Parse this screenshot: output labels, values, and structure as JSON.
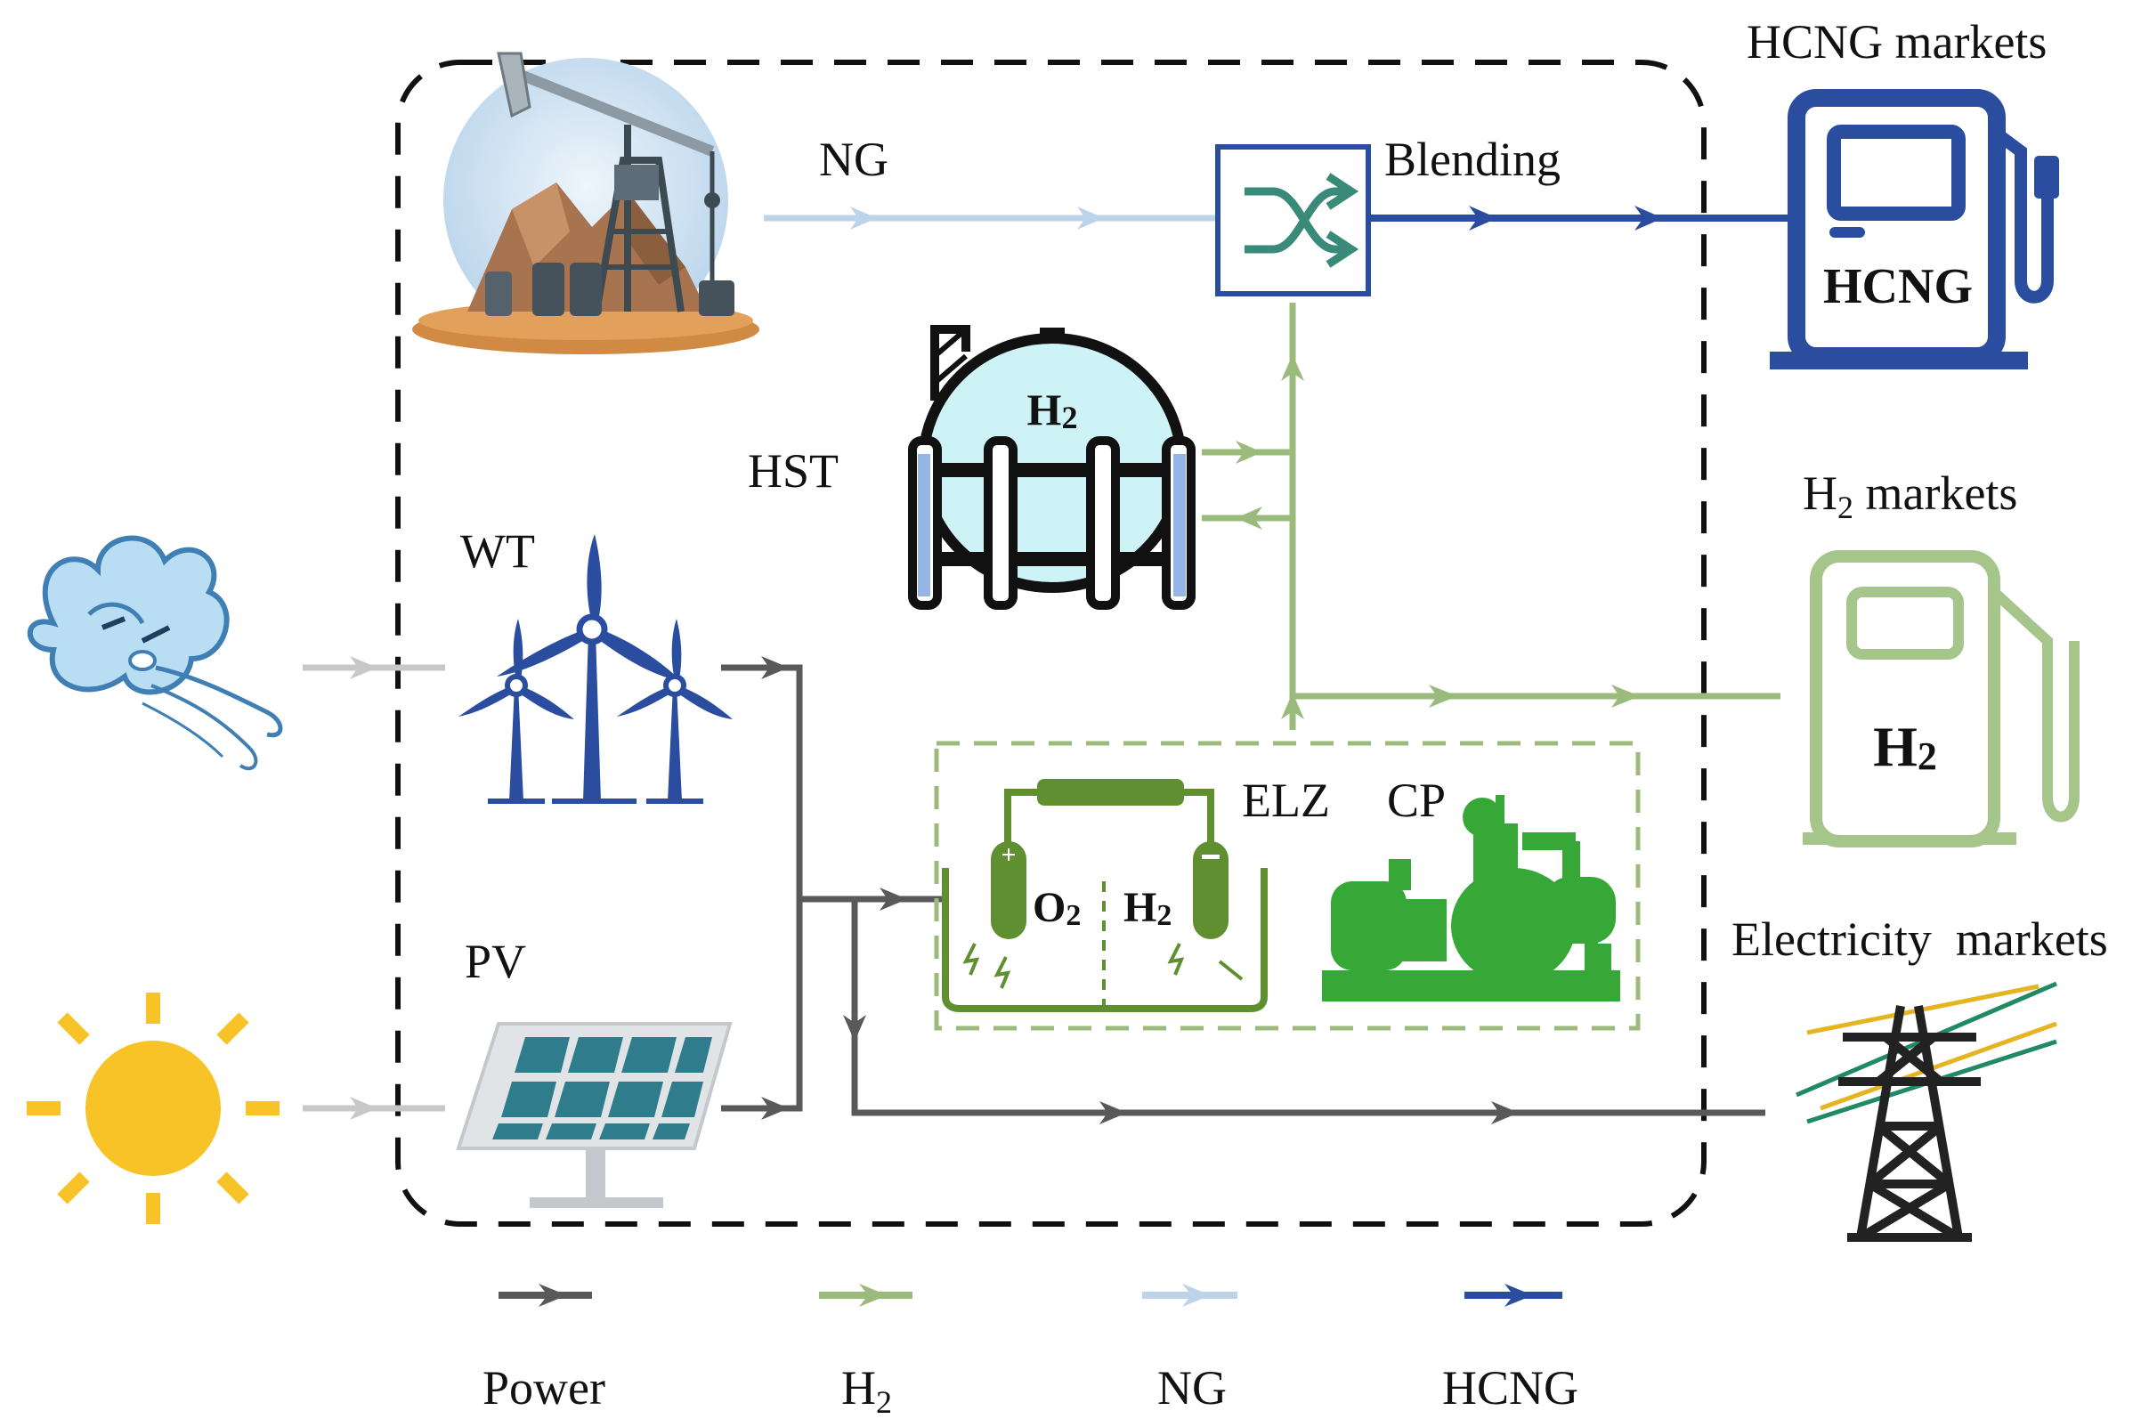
{
  "colors": {
    "power": "#595959",
    "h2": "#9bbb7d",
    "ng": "#bcd3ea",
    "hcng": "#2a4da0",
    "source": "#c8c8c8"
  },
  "labels": {
    "ng": "NG",
    "blending": "Blending",
    "hst": "HST",
    "wt": "WT",
    "pv": "PV",
    "elz": "ELZ",
    "cp": "CP",
    "hcng_markets": "HCNG markets",
    "h2_markets_main": "H",
    "h2_markets_sub": "2",
    "h2_markets_rest": " markets",
    "electricity_markets": "Electricity  markets"
  },
  "icon_text": {
    "hcng_pump": "HCNG",
    "h2_pump_main": "H",
    "h2_pump_sub": "2",
    "tank_main": "H",
    "tank_sub": "2",
    "elz_o2_main": "O",
    "elz_o2_sub": "2",
    "elz_h2_main": "H",
    "elz_h2_sub": "2"
  },
  "legend": [
    {
      "key": "power",
      "label_main": "Power",
      "label_sub": ""
    },
    {
      "key": "h2",
      "label_main": "H",
      "label_sub": "2"
    },
    {
      "key": "ng",
      "label_main": "NG",
      "label_sub": ""
    },
    {
      "key": "hcng",
      "label_main": "HCNG",
      "label_sub": ""
    }
  ]
}
